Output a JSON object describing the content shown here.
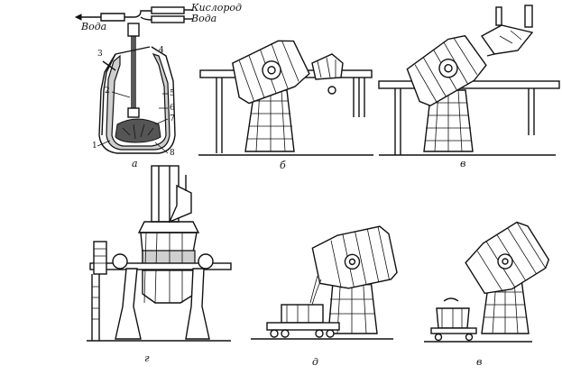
{
  "labels": {
    "oxygen": "Кислород",
    "water_left": "Вода",
    "water_right": "Вода"
  },
  "part_numbers": [
    "1",
    "2",
    "3",
    "4",
    "5",
    "6",
    "7",
    "8"
  ],
  "captions": {
    "a": "а",
    "b": "б",
    "v1": "в",
    "g": "г",
    "d": "д",
    "v2": "в"
  }
}
